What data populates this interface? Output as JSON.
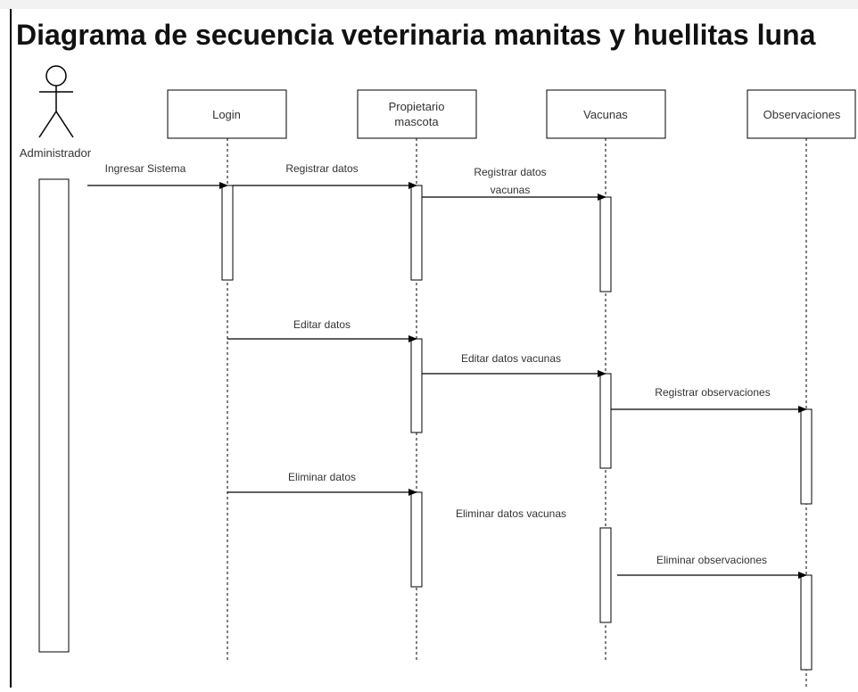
{
  "title": "Diagrama de secuencia veterinaria manitas y huellitas luna",
  "actor": {
    "label": "Administrador"
  },
  "participants": [
    {
      "id": "login",
      "label": "Login"
    },
    {
      "id": "propietario",
      "label_lines": [
        "Propietario",
        "mascota"
      ]
    },
    {
      "id": "vacunas",
      "label": "Vacunas"
    },
    {
      "id": "observaciones",
      "label": "Observaciones"
    }
  ],
  "messages": [
    {
      "from": "admin",
      "to": "login",
      "label": "Ingresar Sistema"
    },
    {
      "from": "login",
      "to": "propietario",
      "label": "Registrar datos"
    },
    {
      "from": "propietario",
      "to": "vacunas",
      "label_lines": [
        "Registrar datos",
        "vacunas"
      ]
    },
    {
      "from": "login",
      "to": "propietario",
      "label": "Editar datos"
    },
    {
      "from": "propietario",
      "to": "vacunas",
      "label": "Editar datos vacunas"
    },
    {
      "from": "vacunas",
      "to": "observaciones",
      "label": "Registrar observaciones"
    },
    {
      "from": "login",
      "to": "propietario",
      "label": "Eliminar datos"
    },
    {
      "from": "propietario",
      "to": "vacunas",
      "label": "Eliminar datos vacunas",
      "arrow_drawn": false
    },
    {
      "from": "vacunas",
      "to": "observaciones",
      "label": "Eliminar observaciones"
    }
  ]
}
